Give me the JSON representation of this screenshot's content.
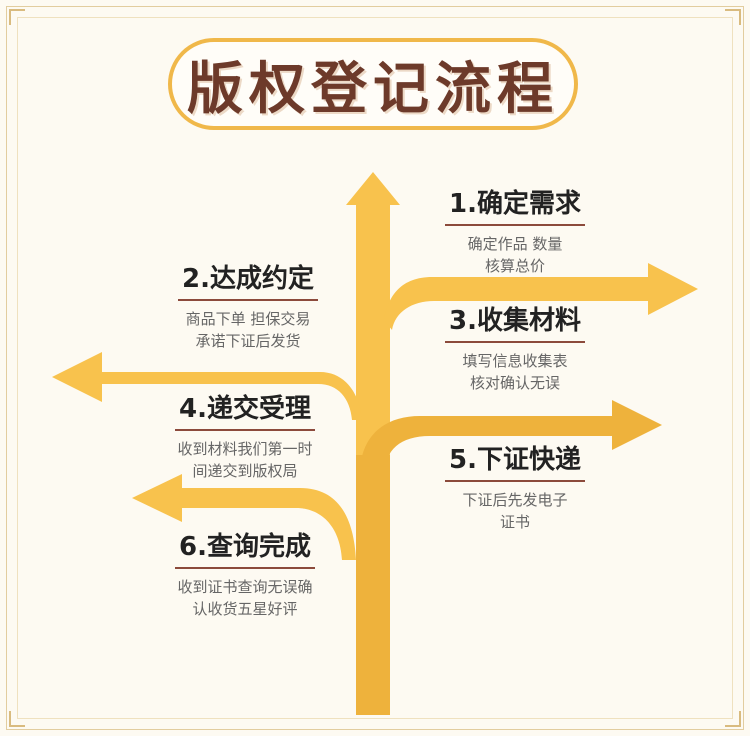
{
  "title": "版权登记流程",
  "colors": {
    "arrow": "#f8c24d",
    "arrow_dark": "#eeb23c",
    "title_text": "#6d3a2a",
    "pill_border": "#f0b84a",
    "underline": "#8c4a3c"
  },
  "steps": [
    {
      "title": "1.确定需求",
      "desc_line1": "确定作品 数量",
      "desc_line2": "核算总价"
    },
    {
      "title": "2.达成约定",
      "desc_line1": "商品下单 担保交易",
      "desc_line2": "承诺下证后发货"
    },
    {
      "title": "3.收集材料",
      "desc_line1": "填写信息收集表",
      "desc_line2": "核对确认无误"
    },
    {
      "title": "4.递交受理",
      "desc_line1": "收到材料我们第一时",
      "desc_line2": "间递交到版权局"
    },
    {
      "title": "5.下证快递",
      "desc_line1": "下证后先发电子",
      "desc_line2": "证书"
    },
    {
      "title": "6.查询完成",
      "desc_line1": "收到证书查询无误确",
      "desc_line2": "认收货五星好评"
    }
  ]
}
